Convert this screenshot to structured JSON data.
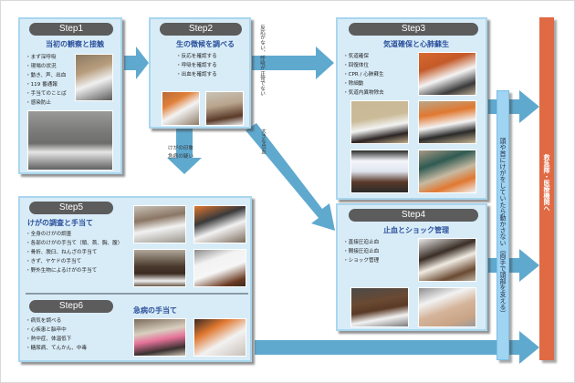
{
  "colors": {
    "panel_bg": "#d8ecf8",
    "panel_border": "#a9d6ee",
    "pill_bg": "#5c5c5c",
    "subtitle": "#2a4f9a",
    "arrow": "#5fa9cf",
    "side_bar": "#9fd4f2",
    "emergency_bar": "#e06a44"
  },
  "steps": {
    "step1": {
      "label": "Step1",
      "title": "当初の観察と接触",
      "items": [
        "まず深呼吸",
        "現場の状況",
        "動き、声、出血",
        "119 番通報",
        "手当てのことば",
        "感染防止"
      ],
      "photos": [
        "rescuer-kneeling-gloves",
        "rescuer-approaching-fallen-cyclist"
      ]
    },
    "step2": {
      "label": "Step2",
      "title": "生の徴候を調べる",
      "items": [
        "反応を確認する",
        "呼吸を確認する",
        "出血を確認する"
      ],
      "photos": [
        "checking-response",
        "checking-bleeding"
      ]
    },
    "step3": {
      "label": "Step3",
      "title": "気道確保と心肺蘇生",
      "items": [
        "気道確保",
        "回復体位",
        "CPR / 心肺蘇生",
        "除細動",
        "気道内異物除去"
      ],
      "photos": [
        "airway-opening",
        "recovery-position",
        "cpr-compressions",
        "abdominal-thrust",
        "aed-use"
      ]
    },
    "step4": {
      "label": "Step4",
      "title": "止血とショック管理",
      "items": [
        "直接圧迫止血",
        "間接圧迫止血",
        "ショック管理"
      ],
      "photos": [
        "direct-pressure",
        "indirect-pressure",
        "shock-position"
      ]
    },
    "step5": {
      "label": "Step5",
      "title": "けがの調査と手当て",
      "items": [
        "全身のけがの調査",
        "各部のけがの手当て（頭、首、胸、腹）",
        "骨折、脱臼、ねんざの手当て",
        "きず、ヤケドの手当て",
        "野外生物によるけがの手当て"
      ],
      "photos": [
        "head-injury-check",
        "arm-injury-care",
        "leg-splint",
        "bandaging"
      ]
    },
    "step6": {
      "label": "Step6",
      "title": "急病の手当て",
      "items": [
        "病気を調べる",
        "心疾患と脳卒中",
        "熱中症、体温低下",
        "糖尿病、てんかん、中毒"
      ],
      "photos": [
        "assisting-sick-person",
        "talking-to-patient"
      ]
    }
  },
  "arrow_labels": {
    "step2_to_step3": "反応がない、呼吸が正常でない",
    "step2_to_step4": "大きな出血",
    "step2_to_step5_line1": "けがの印象",
    "step2_to_step5_line2": "急病の疑い"
  },
  "side_bar_text": "頭や首にけがをしていたら動かさない（両手で頭部を支える）",
  "emergency_bar_text": "救急隊・医療機関へ"
}
